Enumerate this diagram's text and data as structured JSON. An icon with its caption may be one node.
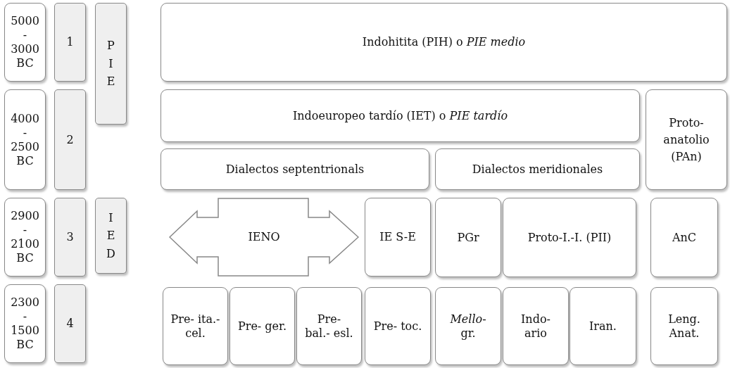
{
  "diagram": {
    "nodes": [
      {
        "text": [
          "5000 - 3000 BC"
        ]
      },
      {
        "text": [
          "1"
        ]
      },
      {
        "text": [
          "P I E"
        ]
      },
      {
        "text": [
          "Indohitita (PIH) o *PIE medio*"
        ]
      },
      {
        "text": [
          "4000 - 2500 BC"
        ]
      },
      {
        "text": [
          "2"
        ]
      },
      {
        "text": [
          "Indoeuropeo tardío (IET) o *PIE tardío*"
        ]
      },
      {
        "text": [
          "Proto- anatolio (PAn)"
        ]
      },
      {
        "text": [
          "Dialectos septentrionals"
        ]
      },
      {
        "text": [
          "Dialectos meridionales"
        ]
      },
      {
        "text": [
          "2900 - 2100 BC"
        ]
      },
      {
        "text": [
          "3"
        ]
      },
      {
        "text": [
          "I E D"
        ]
      },
      {
        "text": [
          "IENO"
        ]
      },
      {
        "text": [
          "IE S-E"
        ]
      },
      {
        "text": [
          "PGr"
        ]
      },
      {
        "text": [
          "Proto-I.-I. (PII)"
        ]
      },
      {
        "text": [
          "AnC"
        ]
      },
      {
        "text": [
          "2300 - 1500 BC"
        ]
      },
      {
        "text": [
          "4"
        ]
      },
      {
        "text": [
          "Pre- ita.- cel."
        ]
      },
      {
        "text": [
          "Pre- ger."
        ]
      },
      {
        "text": [
          "Pre- bal.- esl."
        ]
      },
      {
        "text": [
          "Pre- toc."
        ]
      },
      {
        "text": [
          "*Mello*- gr."
        ]
      },
      {
        "text": [
          "Indo- ario"
        ]
      },
      {
        "text": [
          "Iran."
        ]
      },
      {
        "text": [
          "Leng. Anat."
        ]
      }
    ]
  }
}
